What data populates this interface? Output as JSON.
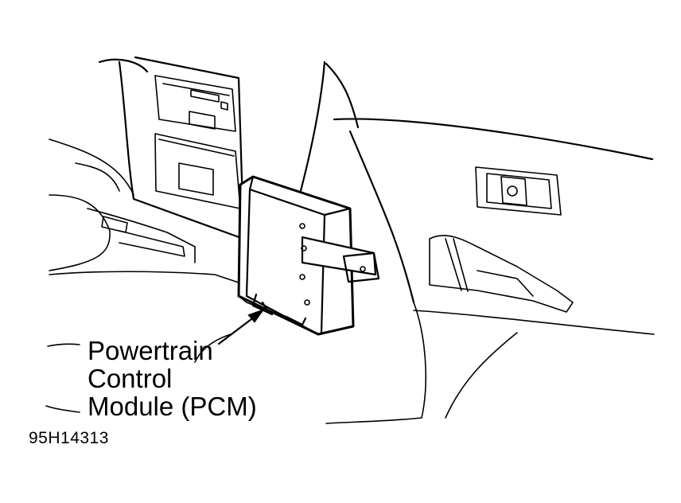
{
  "callout": {
    "line1": "Powertrain",
    "line2": "Control",
    "line3": "Module (PCM)"
  },
  "figure_id": "95H14313"
}
